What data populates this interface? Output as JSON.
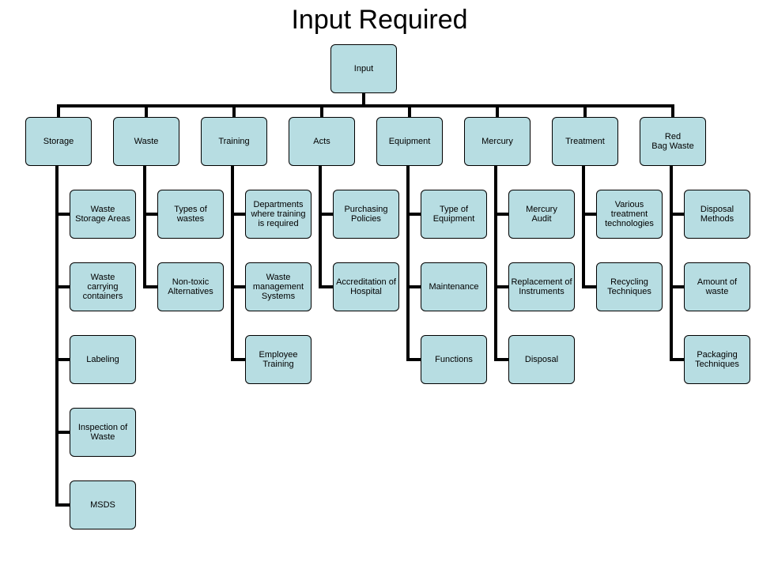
{
  "title": "Input Required",
  "root": "Input",
  "categories": [
    {
      "label": "Storage",
      "children": [
        "Waste\nStorage Areas",
        "Waste\ncarrying\ncontainers",
        "Labeling",
        "Inspection of\nWaste",
        "MSDS"
      ]
    },
    {
      "label": "Waste",
      "children": [
        "Types of\nwastes",
        "Non-toxic\nAlternatives"
      ]
    },
    {
      "label": "Training",
      "children": [
        "Departments\nwhere training\nis required",
        "Waste\nmanagement\nSystems",
        "Employee\nTraining"
      ]
    },
    {
      "label": "Acts",
      "children": [
        "Purchasing\nPolicies",
        "Accreditation of\nHospital"
      ]
    },
    {
      "label": "Equipment",
      "children": [
        "Type of\nEquipment",
        "Maintenance",
        "Functions"
      ]
    },
    {
      "label": "Mercury",
      "children": [
        "Mercury\nAudit",
        "Replacement of\nInstruments",
        "Disposal"
      ]
    },
    {
      "label": "Treatment",
      "children": [
        "Various\ntreatment\ntechnologies",
        "Recycling\nTechniques"
      ]
    },
    {
      "label": "Red\nBag Waste",
      "children": [
        "Disposal\nMethods",
        "Amount of\nwaste",
        "Packaging\nTechniques"
      ]
    }
  ],
  "colors": {
    "box_fill": "#b7dde2",
    "box_border": "#000000",
    "connector": "#000000"
  }
}
